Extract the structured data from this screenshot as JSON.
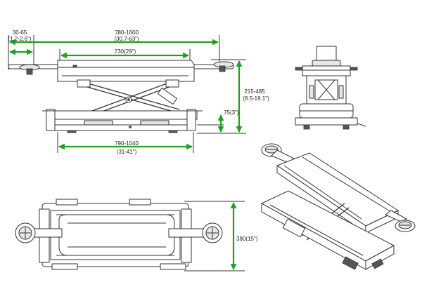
{
  "colors": {
    "dimension": "#1fa01f",
    "line": "#333333"
  },
  "side_view": {
    "dim_overall": {
      "line1": "780-1600",
      "line2": "(30.7-63\")"
    },
    "dim_pad": {
      "line1": "30-65",
      "line2": "(1.2-2.6\")"
    },
    "dim_platform": {
      "line1": "730(29\")"
    },
    "dim_height": {
      "line1": "215-485",
      "line2": "(8.5-19.1\")"
    },
    "dim_min": {
      "line1": "75(3\")"
    },
    "dim_base": {
      "line1": "790-1040",
      "line2": "(31-41\")"
    }
  },
  "top_view": {
    "dim_width": {
      "line1": "380(15\")"
    }
  }
}
